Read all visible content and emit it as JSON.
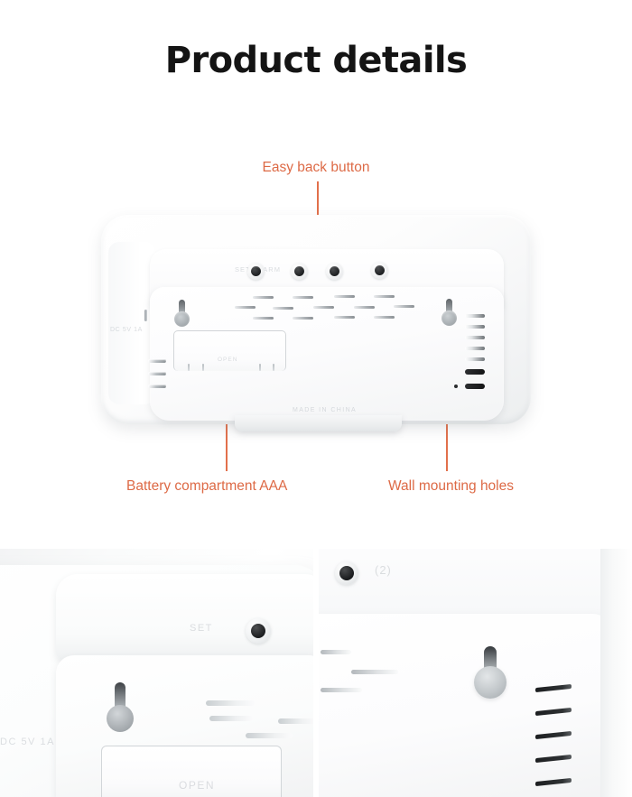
{
  "page": {
    "title": "Product details",
    "accent_color": "#dd6a46",
    "background_color": "#ffffff"
  },
  "callouts": [
    {
      "id": "back-button",
      "label": "Easy back button",
      "position": "top-center"
    },
    {
      "id": "battery",
      "label": "Battery compartment AAA",
      "position": "bottom-left"
    },
    {
      "id": "mounting",
      "label": "Wall mounting holes",
      "position": "bottom-right"
    }
  ],
  "product": {
    "view": "rear",
    "color": "#ffffff",
    "buttons": [
      {
        "index": 1,
        "emboss": ""
      },
      {
        "index": 2,
        "emboss": ""
      },
      {
        "index": 3,
        "emboss": ""
      },
      {
        "index": 4,
        "emboss": ""
      }
    ],
    "emboss_text": {
      "power_rating": "DC 5V 1A",
      "model": "SET  ALARM",
      "foot": "MADE IN CHINA",
      "door": "OPEN"
    },
    "features": {
      "keyholes": 2,
      "vent_slots": 14,
      "side_vents": 3,
      "speaker_vents": 7,
      "reset_hole": 1,
      "battery_door": "AAA"
    }
  },
  "detail_panels": [
    {
      "id": "left-closeup",
      "caption": "",
      "emboss": "DC 5V 1A",
      "emboss_secondary": "SET",
      "emboss_door": "OPEN"
    },
    {
      "id": "right-closeup",
      "caption": "",
      "emboss": "(2)"
    }
  ]
}
